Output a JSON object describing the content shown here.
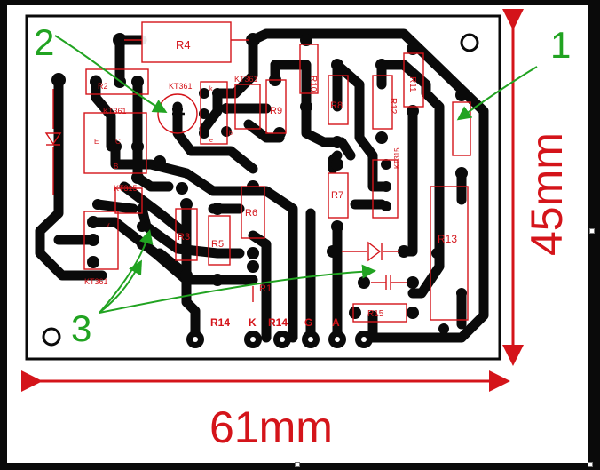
{
  "colors": {
    "copper": "#0a0a0a",
    "silk": "#d4141a",
    "annotation": "#21a321",
    "dimension": "#d4141a",
    "board": "#ffffff"
  },
  "dimensions": {
    "width_label": "61mm",
    "height_label": "45mm"
  },
  "annotations": {
    "n1": "1",
    "n2": "2",
    "n3": "3"
  },
  "components": {
    "R1": "R1",
    "R2": "R2",
    "R3": "R3",
    "R4": "R4",
    "R5": "R5",
    "R6": "R6",
    "R7": "R7",
    "R8": "R8",
    "R9": "R9",
    "R10": "R10",
    "R11": "R11",
    "R12": "R12",
    "R13": "R13",
    "R14a": "R14",
    "R14b": "R14",
    "R15": "R15",
    "T1": "KT361",
    "T2": "KT361",
    "T3": "KT315",
    "T4": "KT361",
    "T5": "KT315"
  },
  "connectors": {
    "k": "K",
    "g": "G",
    "a": "A"
  },
  "pin_labels": {
    "b": "B",
    "c": "C",
    "e": "E",
    "e_lower": "e",
    "k_lower": "k",
    "b_lower": "b",
    "v": "v"
  }
}
